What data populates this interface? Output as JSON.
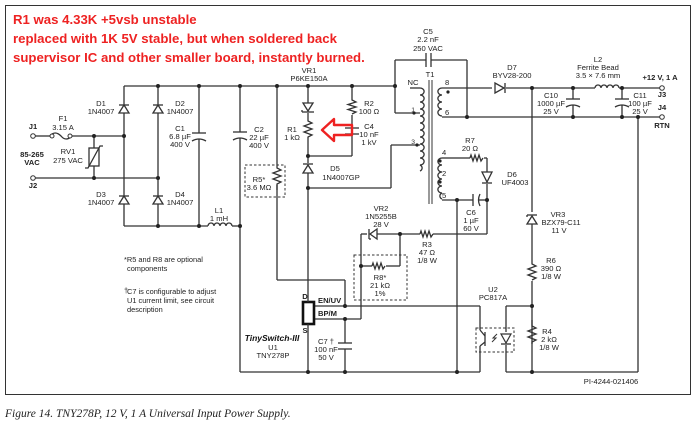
{
  "annotation": {
    "lines": [
      "R1 was 4.33K +5vsb unstable",
      "replaced with 1K 5V stable, but when soldered back",
      "supervisor IC and other smaller board, instantly burned."
    ],
    "color": "#ee2222",
    "arrow_target": "R1"
  },
  "components": {
    "J1": {
      "ref": "J1"
    },
    "J2": {
      "ref": "J2"
    },
    "input": {
      "line1": "85-265",
      "line2": "VAC"
    },
    "F1": {
      "ref": "F1",
      "value": "3.15 A"
    },
    "RV1": {
      "ref": "RV1",
      "value": "275 VAC"
    },
    "D1": {
      "ref": "D1",
      "value": "1N4007"
    },
    "D2": {
      "ref": "D2",
      "value": "1N4007"
    },
    "D3": {
      "ref": "D3",
      "value": "1N4007"
    },
    "D4": {
      "ref": "D4",
      "value": "1N4007"
    },
    "C1": {
      "ref": "C1",
      "value": "6.8 µF",
      "rating": "400 V"
    },
    "L1": {
      "ref": "L1",
      "value": "1 mH"
    },
    "C2": {
      "ref": "C2",
      "value": "22 µF",
      "rating": "400 V"
    },
    "R5": {
      "ref": "R5*",
      "value": "3.6 MΩ"
    },
    "VR1": {
      "ref": "VR1",
      "value": "P6KE150A"
    },
    "R1": {
      "ref": "R1",
      "value": "1 kΩ"
    },
    "R2": {
      "ref": "R2",
      "value": "100 Ω"
    },
    "C4": {
      "ref": "C4",
      "value": "10 nF",
      "rating": "1 kV"
    },
    "D5": {
      "ref": "D5",
      "value": "1N4007GP"
    },
    "C5": {
      "ref": "C5",
      "value": "2.2 nF",
      "rating": "250 VAC"
    },
    "T1": {
      "ref": "T1",
      "nc": "NC",
      "pins": [
        "8",
        "1",
        "6",
        "3",
        "4",
        "2",
        "5"
      ]
    },
    "D7": {
      "ref": "D7",
      "value": "BYV28-200"
    },
    "L2": {
      "ref": "L2",
      "value": "Ferrite Bead",
      "size": "3.5 × 7.6 mm"
    },
    "C10": {
      "ref": "C10",
      "value": "1000 µF",
      "rating": "25 V"
    },
    "C11": {
      "ref": "C11",
      "value": "100 µF",
      "rating": "25 V"
    },
    "output": {
      "label": "+12 V, 1 A",
      "J3": "J3",
      "J4": "J4",
      "rtn": "RTN"
    },
    "R7": {
      "ref": "R7",
      "value": "20 Ω"
    },
    "D6": {
      "ref": "D6",
      "value": "UF4003"
    },
    "C6": {
      "ref": "C6",
      "value": "1 µF",
      "rating": "60 V"
    },
    "VR2": {
      "ref": "VR2",
      "value": "1N5255B",
      "rating": "28 V"
    },
    "R3": {
      "ref": "R3",
      "value": "47 Ω",
      "rating": "1/8 W"
    },
    "R8": {
      "ref": "R8*",
      "value": "21 kΩ",
      "rating": "1%"
    },
    "VR3": {
      "ref": "VR3",
      "value": "BZX79-C11",
      "rating": "11 V"
    },
    "R6": {
      "ref": "R6",
      "value": "390 Ω",
      "rating": "1/8 W"
    },
    "U2": {
      "ref": "U2",
      "value": "PC817A"
    },
    "R4": {
      "ref": "R4",
      "value": "2 kΩ",
      "rating": "1/8 W"
    },
    "U1": {
      "brand": "TinySwitch-III",
      "ref": "U1",
      "value": "TNY278P",
      "pin_d": "D",
      "pin_s": "S",
      "pin_en": "EN/UV",
      "pin_bp": "BP/M"
    },
    "C7": {
      "ref": "C7 †",
      "value": "100 nF",
      "rating": "50 V"
    }
  },
  "notes": {
    "n1_line1": "*R5 and R8 are optional",
    "n1_line2": "components",
    "n2_line1": "C7 is configurable to adjust",
    "n2_mark": "†",
    "n2_line2": "U1 current limit, see circuit",
    "n2_line3": "description"
  },
  "drawing_id": "PI-4244-021406",
  "caption": "Figure 14.  TNY278P, 12 V, 1 A Universal Input Power Supply."
}
